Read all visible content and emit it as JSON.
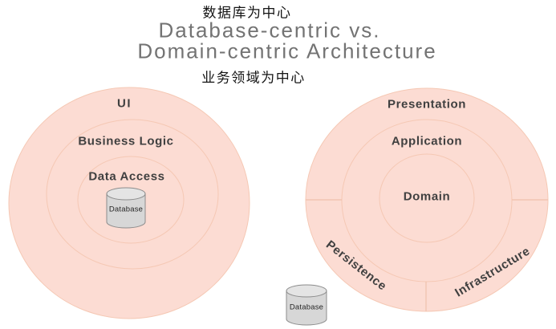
{
  "header": {
    "top_caption_zh": "数据库为中心",
    "title_line1": "Database-centric vs.",
    "title_line2": "Domain-centric Architecture",
    "bottom_caption_zh": "业务领域为中心"
  },
  "left_diagram": {
    "rings": [
      {
        "label": "UI"
      },
      {
        "label": "Business Logic"
      },
      {
        "label": "Data Access"
      }
    ],
    "database_label": "Database"
  },
  "right_diagram": {
    "rings": [
      {
        "label": "Presentation"
      },
      {
        "label": "Application"
      },
      {
        "label": "Domain"
      }
    ],
    "outer_sectors": [
      {
        "label": "Persistence"
      },
      {
        "label": "Infrastructure"
      }
    ],
    "database_label": "Database"
  },
  "colors": {
    "circle_fill": "#fcdcd3",
    "ring_stroke": "#f5c8b4",
    "divider_stroke": "#f0c0ac",
    "label_text": "#404040",
    "title_text": "#737373",
    "caption_text": "#141414",
    "cylinder_fill": "#d7d7d7",
    "cylinder_top_fill": "#e4e4e4",
    "cylinder_stroke": "#8c8c8c"
  }
}
